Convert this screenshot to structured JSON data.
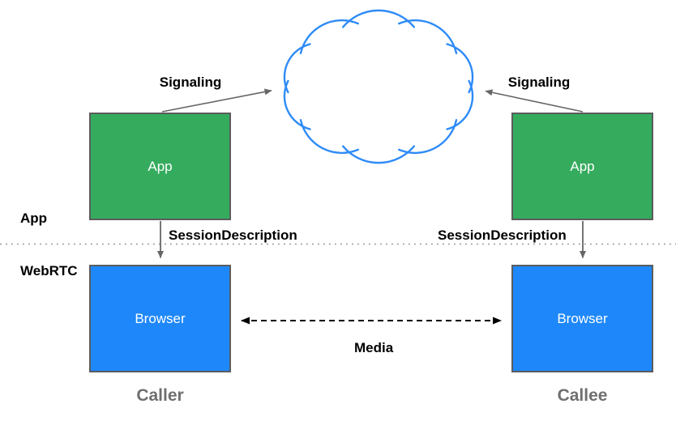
{
  "layers": {
    "app": "App",
    "webrtc": "WebRTC"
  },
  "nodes": {
    "caller_app": "App",
    "callee_app": "App",
    "caller_browser": "Browser",
    "callee_browser": "Browser"
  },
  "captions": {
    "caller": "Caller",
    "callee": "Callee"
  },
  "edges": {
    "signaling_left": "Signaling",
    "signaling_right": "Signaling",
    "session_left": "SessionDescription",
    "session_right": "SessionDescription",
    "media": "Media"
  },
  "colors": {
    "app_green": "#35ab5e",
    "browser_blue": "#1e88fa",
    "cloud_blue": "#2e8bf7",
    "border_gray": "#5b5c5e",
    "arrow_gray": "#666666",
    "media_black": "#000000",
    "caption_gray": "#6f6f6f",
    "divider_gray": "#8f8f8f"
  }
}
